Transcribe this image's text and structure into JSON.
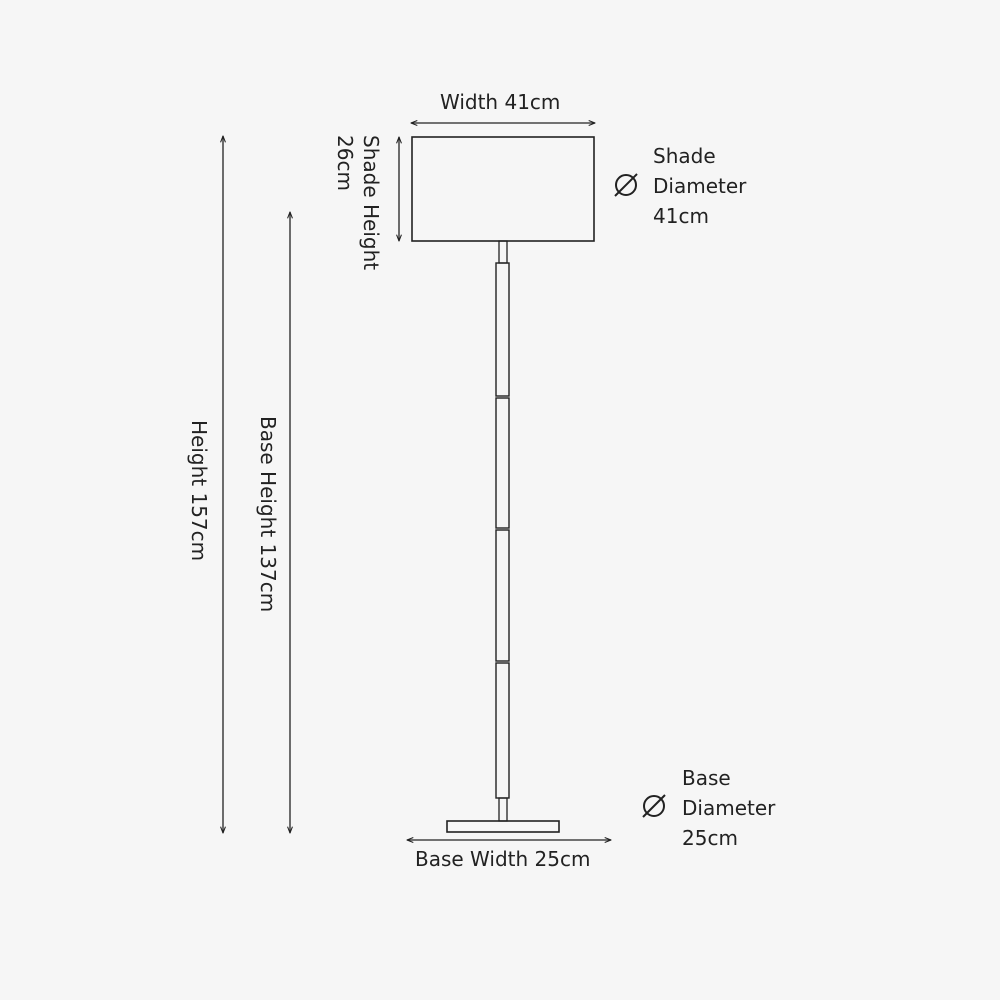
{
  "colors": {
    "background": "#f6f6f6",
    "line": "#222222"
  },
  "labels": {
    "width": "Width 41cm",
    "shade_height_line1": "Shade Height",
    "shade_height_line2": "26cm",
    "height": "Height 157cm",
    "base_height": "Base Height 137cm",
    "shade_diameter_line1": "Shade",
    "shade_diameter_line2": "Diameter",
    "shade_diameter_line3": "41cm",
    "base_diameter_line1": "Base",
    "base_diameter_line2": "Diameter",
    "base_diameter_line3": "25cm",
    "base_width": "Base Width 25cm"
  },
  "icons": {
    "shade_diameter": "diameter-icon",
    "base_diameter": "diameter-icon"
  }
}
